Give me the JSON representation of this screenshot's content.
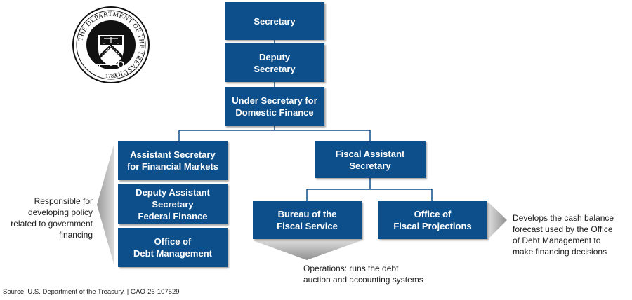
{
  "seal": {
    "ring_text": "THE DEPARTMENT OF THE TREASURY",
    "year": "1789"
  },
  "boxes": {
    "secretary": "Secretary",
    "deputy_secretary": "Deputy\nSecretary",
    "under_secretary": "Under Secretary for\nDomestic Finance",
    "asst_sec_financial_markets": "Assistant Secretary\nfor Financial Markets",
    "deputy_asst_sec_federal_finance": "Deputy Assistant\nSecretary\nFederal Finance",
    "office_debt_management": "Office of\nDebt Management",
    "fiscal_asst_secretary": "Fiscal Assistant\nSecretary",
    "bureau_fiscal_service": "Bureau of the\nFiscal Service",
    "office_fiscal_projections": "Office of\nFiscal Projections"
  },
  "notes": {
    "policy": "Responsible for\ndeveloping policy\nrelated to government\nfinancing",
    "operations": "Operations: runs the debt\nauction and accounting systems",
    "projections": "Develops the cash balance\nforecast used by the Office\nof Debt Management to\nmake financing decisions"
  },
  "source": "Source: U.S. Department of the Treasury.  |  GAO-26-107529",
  "colors": {
    "box_fill": "#0d4f8b",
    "connector": "#0d4f8b",
    "callout_gray": "#9a9a9a"
  }
}
